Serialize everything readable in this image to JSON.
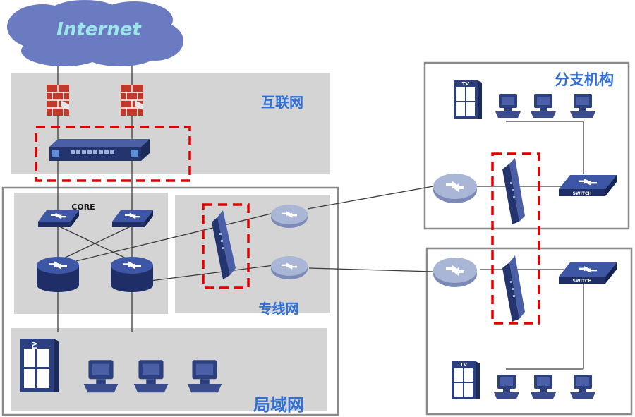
{
  "labels": {
    "internet": "Internet",
    "zone_internet": "互联网",
    "zone_private": "专线网",
    "zone_lan": "局域网",
    "zone_branch": "分支机构",
    "core": "CORE",
    "tv": "TV",
    "switch": "SWITCH"
  },
  "colors": {
    "zone_fill": "#d4d4d4",
    "label_blue": "#2f6fd6",
    "highlight_dash": "#e00000",
    "device_blue": "#2c3f7f",
    "device_light": "#aab6d6",
    "firewall_red": "#c0392b",
    "cloud_fill": "#6b7bc2",
    "internet_text": "#9be7e7"
  },
  "icons": [
    "cloud-icon",
    "firewall-icon",
    "router-icon",
    "switch-icon",
    "core-router-icon",
    "tv-icon",
    "computer-icon",
    "vpn-gateway-icon"
  ]
}
